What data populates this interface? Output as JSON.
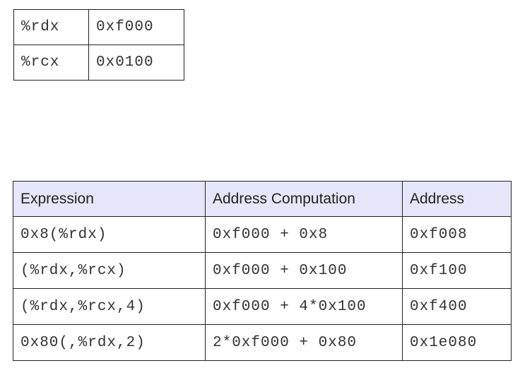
{
  "registers": [
    {
      "name": "%rdx",
      "value": "0xf000"
    },
    {
      "name": "%rcx",
      "value": "0x0100"
    }
  ],
  "address_table": {
    "headers": [
      "Expression",
      "Address Computation",
      "Address"
    ],
    "rows": [
      [
        "0x8(%rdx)",
        "0xf000 + 0x8",
        "0xf008"
      ],
      [
        "(%rdx,%rcx)",
        "0xf000 + 0x100",
        "0xf100"
      ],
      [
        "(%rdx,%rcx,4)",
        "0xf000 + 4*0x100",
        "0xf400"
      ],
      [
        "0x80(,%rdx,2)",
        "2*0xf000 + 0x80",
        "0x1e080"
      ]
    ],
    "header_bg": "#e6e6fa"
  }
}
